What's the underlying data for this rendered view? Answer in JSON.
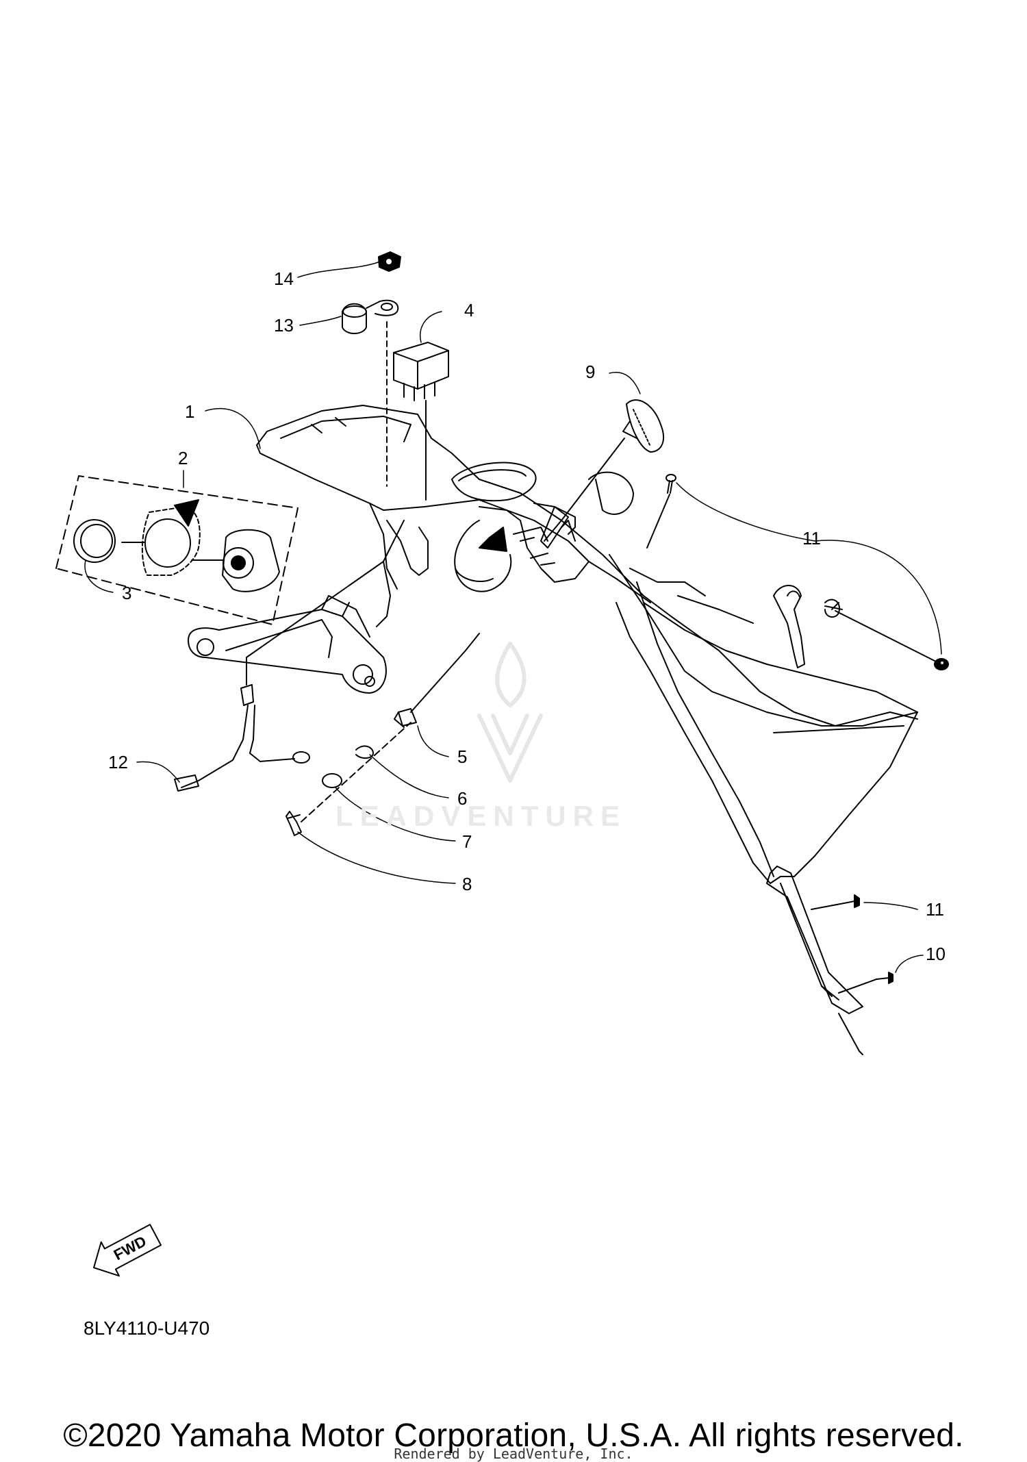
{
  "diagram": {
    "part_code": "8LY4110-U470",
    "copyright": "©2020 Yamaha Motor Corporation, U.S.A. All rights reserved.",
    "rendered_by": "Rendered by LeadVenture, Inc.",
    "watermark": "LEADVENTURE",
    "fwd_label": "FWD",
    "callouts": [
      "1",
      "2",
      "3",
      "4",
      "5",
      "6",
      "7",
      "8",
      "9",
      "10",
      "11",
      "11",
      "12",
      "13",
      "14"
    ]
  }
}
